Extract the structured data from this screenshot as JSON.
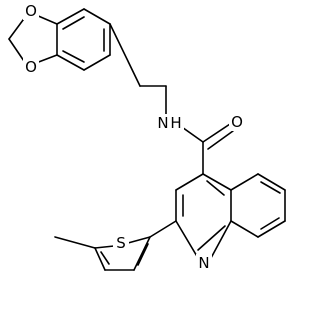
{
  "molecule": {
    "atoms": {
      "o_top": "O",
      "o_bottom": "O",
      "amide_n": "N",
      "amide_h": "H",
      "carbonyl_o": "O",
      "thiophene_s": "S",
      "quinoline_n": "N"
    }
  }
}
